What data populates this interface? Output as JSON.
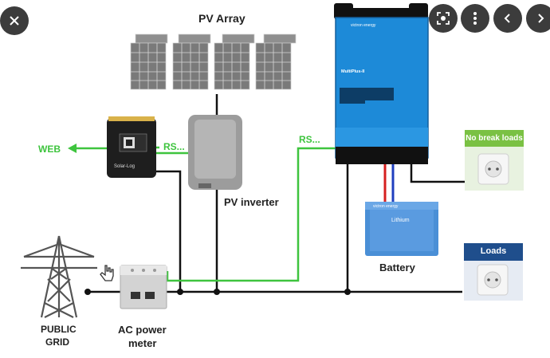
{
  "diagram": {
    "pv_array_label": "PV Array",
    "pv_inverter_label": "PV inverter",
    "battery_label": "Battery",
    "public_grid_label_line1": "PUBLIC",
    "public_grid_label_line2": "GRID",
    "ac_meter_label_line1": "AC power",
    "ac_meter_label_line2": "meter",
    "web_label": "WEB",
    "rs_label_1": "RS...",
    "rs_label_2": "RS...",
    "no_break_loads_label": "No break loads",
    "loads_label": "Loads",
    "inverter_brand": "victron energy",
    "inverter_model": "MultiPlus-II",
    "battery_brand": "victron energy",
    "battery_model": "Lithium",
    "logger_brand": "Solar-Log"
  },
  "overlay": {
    "close_icon": "close-icon",
    "lens_icon": "lens-icon",
    "more_icon": "more-vert-icon",
    "prev_icon": "chevron-left-icon",
    "next_icon": "chevron-right-icon"
  },
  "colors": {
    "green_wire": "#3ec43e",
    "inverter_blue": "#1d8ad8",
    "battery_blue": "#4a8fd6",
    "loads_header_green": "#7ac143",
    "loads_header_navy": "#1f4e8c",
    "red_wire": "#d62020",
    "blue_wire": "#1f3fbf"
  }
}
